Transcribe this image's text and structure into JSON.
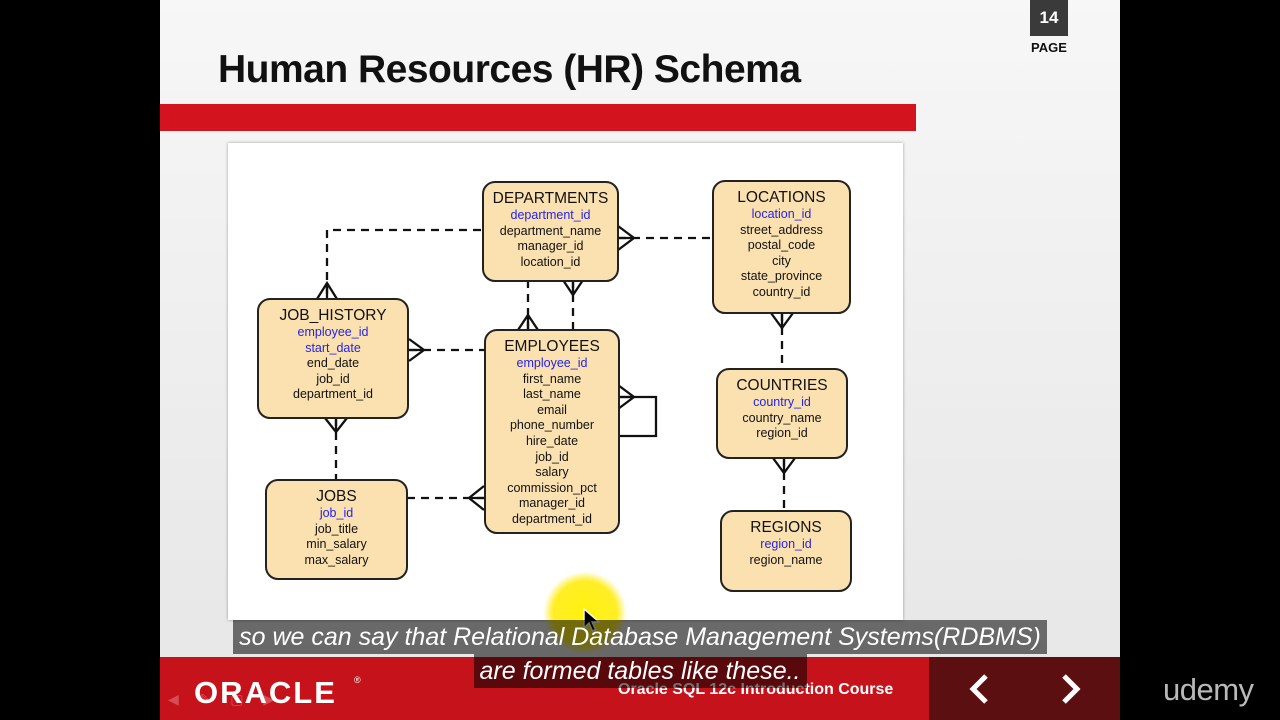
{
  "slide": {
    "page_number": "14",
    "page_label": "PAGE",
    "title": "Human Resources (HR) Schema"
  },
  "diagram": {
    "entities": {
      "departments": {
        "name": "DEPARTMENTS",
        "keys": [
          "department_id"
        ],
        "fields": [
          "department_name",
          "manager_id",
          "location_id"
        ]
      },
      "locations": {
        "name": "LOCATIONS",
        "keys": [
          "location_id"
        ],
        "fields": [
          "street_address",
          "postal_code",
          "city",
          "state_province",
          "country_id"
        ]
      },
      "job_history": {
        "name": "JOB_HISTORY",
        "keys": [
          "employee_id",
          "start_date"
        ],
        "fields": [
          "end_date",
          "job_id",
          "department_id"
        ]
      },
      "employees": {
        "name": "EMPLOYEES",
        "keys": [
          "employee_id"
        ],
        "fields": [
          "first_name",
          "last_name",
          "email",
          "phone_number",
          "hire_date",
          "job_id",
          "salary",
          "commission_pct",
          "manager_id",
          "department_id"
        ]
      },
      "countries": {
        "name": "COUNTRIES",
        "keys": [
          "country_id"
        ],
        "fields": [
          "country_name",
          "region_id"
        ]
      },
      "jobs": {
        "name": "JOBS",
        "keys": [
          "job_id"
        ],
        "fields": [
          "job_title",
          "min_salary",
          "max_salary"
        ]
      },
      "regions": {
        "name": "REGIONS",
        "keys": [
          "region_id"
        ],
        "fields": [
          "region_name"
        ]
      }
    },
    "colors": {
      "entity_fill": "#fbe1b0",
      "key_text": "#2424e8",
      "border": "#222222"
    }
  },
  "subtitle": {
    "line1": "so we can say that Relational Database Management Systems(RDBMS)",
    "line2": "are formed tables like these.."
  },
  "footer": {
    "logo": "ORACLE",
    "reg_mark": "®",
    "course": "Oracle SQL 12c Introduction Course",
    "prev_icon": "chevron-left-icon",
    "next_icon": "chevron-right-icon"
  },
  "branding": {
    "udemy": "udemy"
  },
  "theme": {
    "red": "#d3141f",
    "dark_red": "#5c0f10"
  }
}
